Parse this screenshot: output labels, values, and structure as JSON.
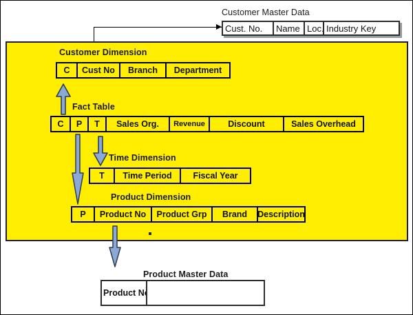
{
  "colors": {
    "panel_background": "#ffee00",
    "panel_border": "#1f1f3d",
    "page_background": "#ffffff",
    "table_border": "#000000",
    "arrow_fill": "#8ca9d6",
    "arrow_stroke": "#2b3a55",
    "connector_line": "#000000",
    "text": "#111111",
    "shadow": "#9a9a9a"
  },
  "customer_master": {
    "caption": "Customer Master Data",
    "cells": [
      {
        "label": "Cust. No.",
        "width": 74
      },
      {
        "label": "Name",
        "width": 45
      },
      {
        "label": "Loc.",
        "width": 28
      },
      {
        "label": "Industry Key",
        "width": 108
      }
    ]
  },
  "customer_dimension": {
    "caption": "Customer Dimension",
    "cells": [
      {
        "label": "C",
        "width": 30
      },
      {
        "label": "Cust No",
        "width": 62
      },
      {
        "label": "Branch",
        "width": 67
      },
      {
        "label": "Department",
        "width": 95
      }
    ]
  },
  "fact_table": {
    "caption": "Fact Table",
    "cells": [
      {
        "label": "C",
        "width": 28
      },
      {
        "label": "P",
        "width": 26
      },
      {
        "label": "T",
        "width": 26
      },
      {
        "label": "Sales Org.",
        "width": 92
      },
      {
        "label": "Revenue",
        "width": 58
      },
      {
        "label": "Discount",
        "width": 108
      },
      {
        "label": "Sales Overhead",
        "width": 118
      }
    ]
  },
  "time_dimension": {
    "caption": "Time Dimension",
    "cells": [
      {
        "label": "T",
        "width": 36
      },
      {
        "label": "Time Period",
        "width": 96
      },
      {
        "label": "Fiscal Year",
        "width": 104
      }
    ]
  },
  "product_dimension": {
    "caption": "Product Dimension",
    "cells": [
      {
        "label": "P",
        "width": 33
      },
      {
        "label": "Product No",
        "width": 83
      },
      {
        "label": "Product Grp",
        "width": 88
      },
      {
        "label": "Brand",
        "width": 66
      },
      {
        "label": "Description",
        "width": 71
      }
    ]
  },
  "product_master": {
    "caption": "Product Master Data",
    "cells": [
      {
        "label": "Product No",
        "width": 66
      },
      {
        "label": "",
        "width": 173
      }
    ]
  },
  "arrows": [
    {
      "name": "arrow-fact-to-customer-dimension",
      "direction": "up"
    },
    {
      "name": "arrow-fact-to-time-dimension",
      "direction": "down"
    },
    {
      "name": "arrow-fact-to-product-dimension",
      "direction": "down"
    },
    {
      "name": "arrow-product-dimension-to-product-master",
      "direction": "down"
    }
  ],
  "connector": {
    "name": "connector-customer-dimension-to-customer-master",
    "direction": "right"
  }
}
